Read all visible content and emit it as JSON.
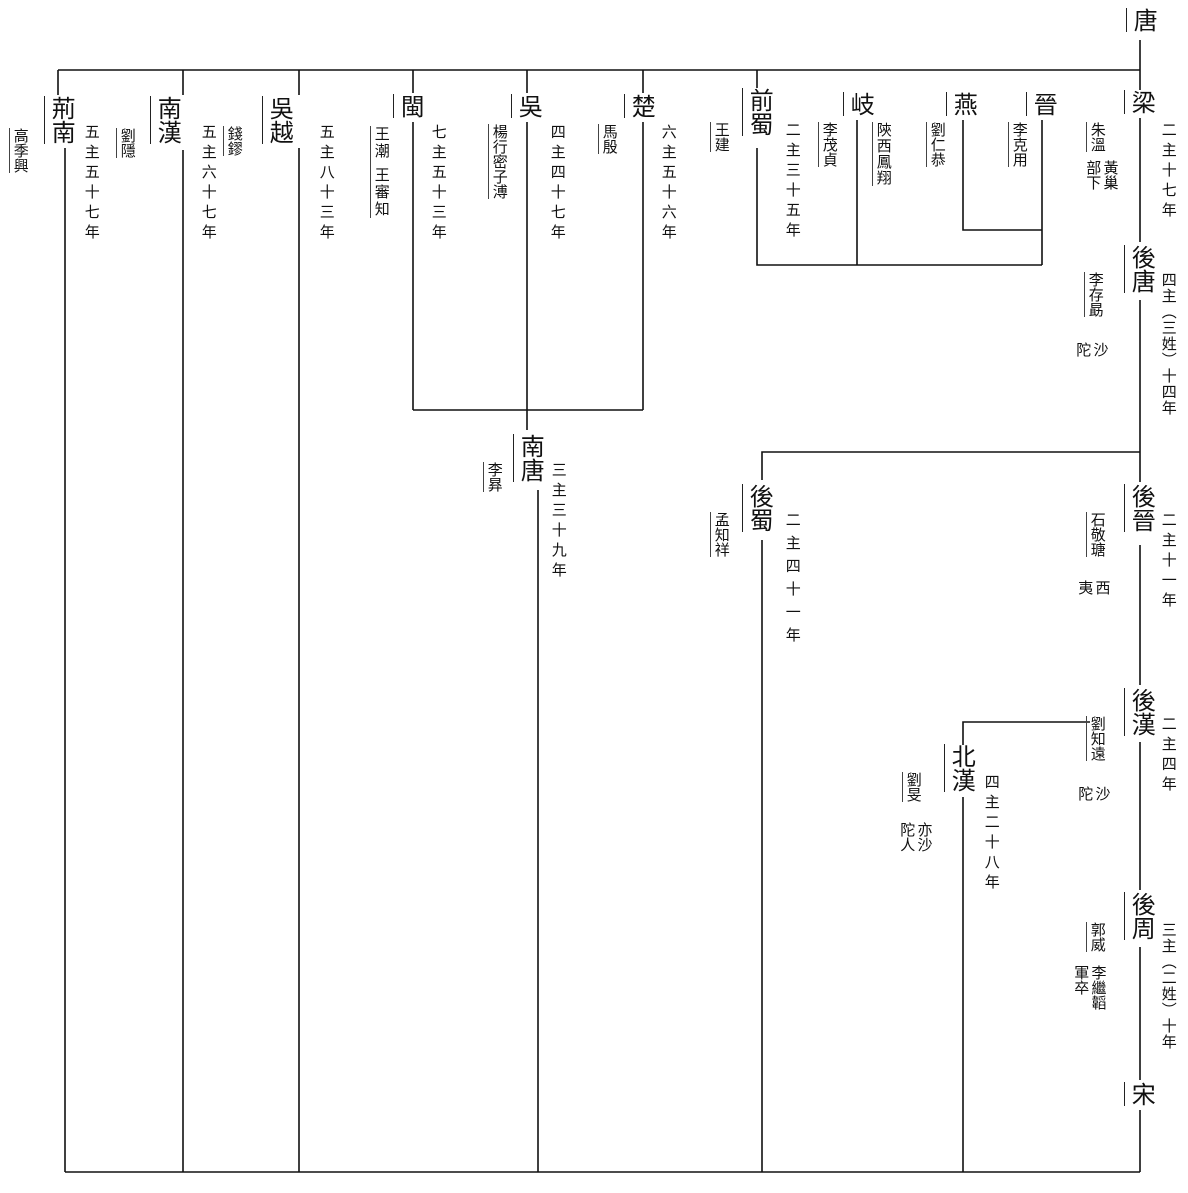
{
  "title": "唐",
  "dynasties": [
    {
      "name": "梁",
      "founder": "朱溫",
      "note": "黃巢部下",
      "duration": "二主十七年"
    },
    {
      "name": "後唐",
      "founder": "李存勗",
      "note": "沙陀",
      "duration": "四主（三姓）十四年"
    },
    {
      "name": "後晉",
      "founder": "石敬瑭",
      "note": "西夷",
      "duration": "二主十一年"
    },
    {
      "name": "後漢",
      "founder": "劉知遠",
      "note": "沙陀",
      "duration": "二主四年"
    },
    {
      "name": "後周",
      "founder": "郭威",
      "note": "李繼韜軍卒",
      "duration": "三主（二姓）十年"
    },
    {
      "name": "宋"
    }
  ],
  "kingdoms": [
    {
      "name": "荊南",
      "founder": "高季興",
      "duration": "五主五十七年"
    },
    {
      "name": "南漢",
      "founder": "劉隱",
      "duration": "五主六十七年"
    },
    {
      "name": "吳越",
      "founder": "錢鏐",
      "duration": "五主八十三年"
    },
    {
      "name": "閩",
      "founder": "王潮 王審知",
      "duration": "七主五十三年"
    },
    {
      "name": "吳",
      "founder": "楊行密子溥",
      "duration": "四主四十七年"
    },
    {
      "name": "楚",
      "founder": "馬殷",
      "duration": "六主五十六年"
    },
    {
      "name": "南唐",
      "founder": "李昪",
      "duration": "三主三十九年"
    },
    {
      "name": "前蜀",
      "founder": "王建",
      "duration": "二主三十五年"
    },
    {
      "name": "岐",
      "founder": "李茂貞",
      "region": "陝西鳳翔"
    },
    {
      "name": "燕",
      "founder": "劉仁恭"
    },
    {
      "name": "晉",
      "founder": "李克用"
    },
    {
      "name": "後蜀",
      "founder": "孟知祥",
      "duration": "二主四十一年"
    },
    {
      "name": "北漢",
      "founder": "劉旻",
      "note": "亦沙陀人",
      "duration": "四主二十八年"
    }
  ]
}
